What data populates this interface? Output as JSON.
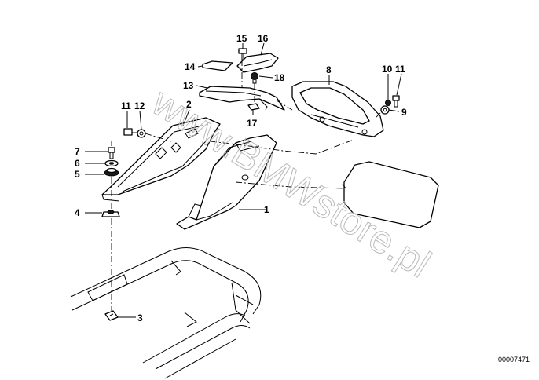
{
  "diagram": {
    "callouts": {
      "c1": "1",
      "c2": "2",
      "c3": "3",
      "c4": "4",
      "c5": "5",
      "c6": "6",
      "c7": "7",
      "c8": "8",
      "c9": "9",
      "c10": "10",
      "c11a": "11",
      "c11b": "11",
      "c12": "12",
      "c13": "13",
      "c14": "14",
      "c15": "15",
      "c16": "16",
      "c17": "17",
      "c18": "18"
    },
    "watermark": "www.BMWstore.pl",
    "drawing_code": "00007471"
  },
  "colors": {
    "line": "#000000",
    "watermark": "#b9b9b9",
    "background": "#ffffff"
  }
}
